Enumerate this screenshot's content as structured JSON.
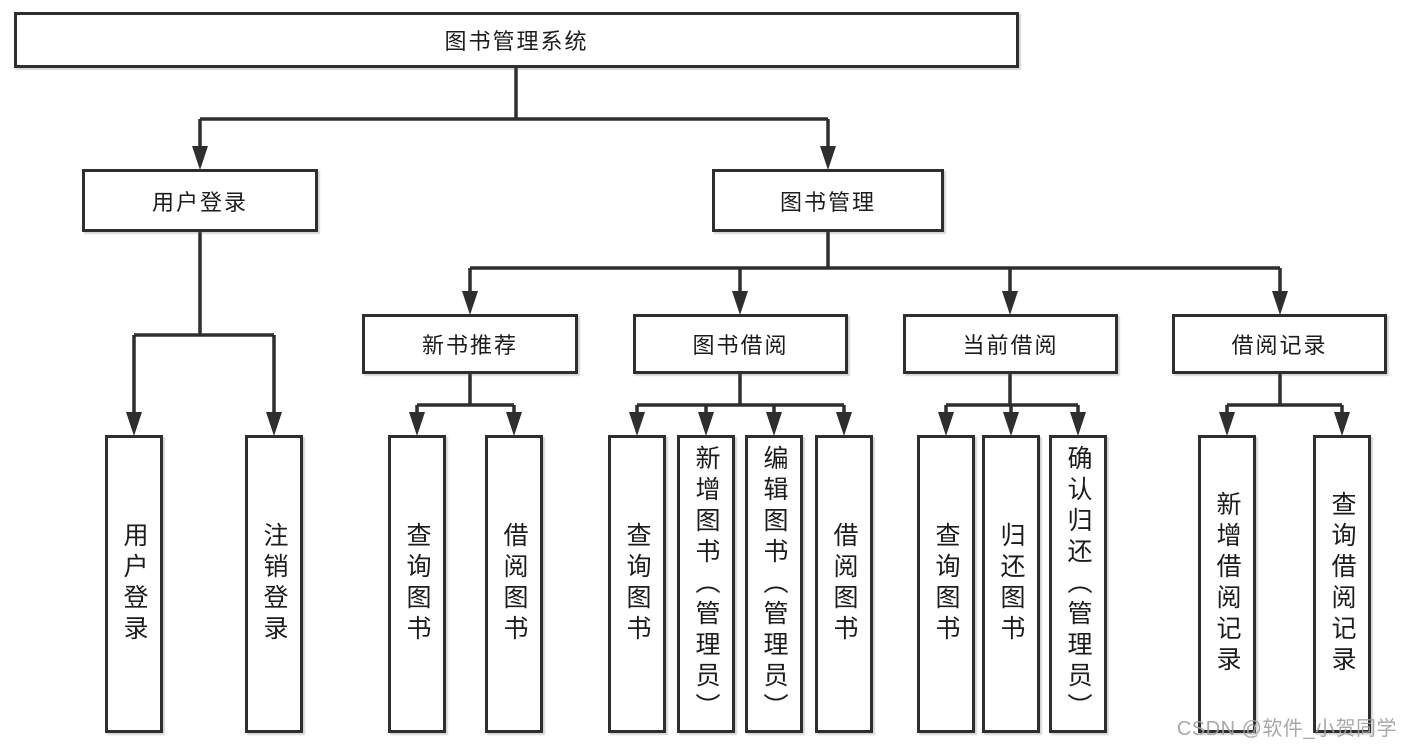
{
  "diagram_title": "图书管理系统",
  "watermark": "CSDN @软件_小贺同学",
  "colors": {
    "line": "#2e2e2e",
    "box_border": "#2e2e2e",
    "box_background": "#ffffff",
    "text": "#1c1c1c",
    "watermark": "#a0a0a0",
    "background": "#ffffff"
  },
  "nodes": {
    "root": "图书管理系统",
    "user_login": "用户登录",
    "book_mgmt": "图书管理",
    "new_book_rec": "新书推荐",
    "book_borrow": "图书借阅",
    "current_borrow": "当前借阅",
    "borrow_records": "借阅记录",
    "ul_login": "用户登录",
    "ul_logout": "注销登录",
    "nb_query": "查询图书",
    "nb_borrow": "借阅图书",
    "bb_query": "查询图书",
    "bb_add": "新增图书（管理员）",
    "bb_edit": "编辑图书（管理员）",
    "bb_borrow": "借阅图书",
    "cb_query": "查询图书",
    "cb_return": "归还图书",
    "cb_confirm": "确认归还（管理员）",
    "br_add": "新增借阅记录",
    "br_query": "查询借阅记录"
  }
}
